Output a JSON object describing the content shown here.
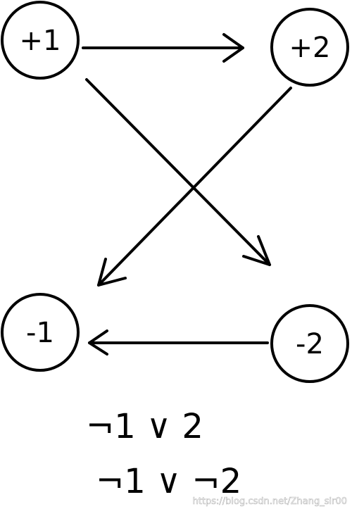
{
  "nodes": {
    "p1": {
      "label": "+1"
    },
    "p2": {
      "label": "+2"
    },
    "n1": {
      "label": "-1"
    },
    "n2": {
      "label": "-2"
    }
  },
  "edges": [
    {
      "from": "+1",
      "to": "+2"
    },
    {
      "from": "+1",
      "to": "-2"
    },
    {
      "from": "+2",
      "to": "-1"
    },
    {
      "from": "-2",
      "to": "-1"
    }
  ],
  "clauses": {
    "line1": "¬1 ∨ 2",
    "line2": "¬1 ∨ ¬2"
  },
  "watermark": "https://blog.csdn.net/Zhang_sir00"
}
